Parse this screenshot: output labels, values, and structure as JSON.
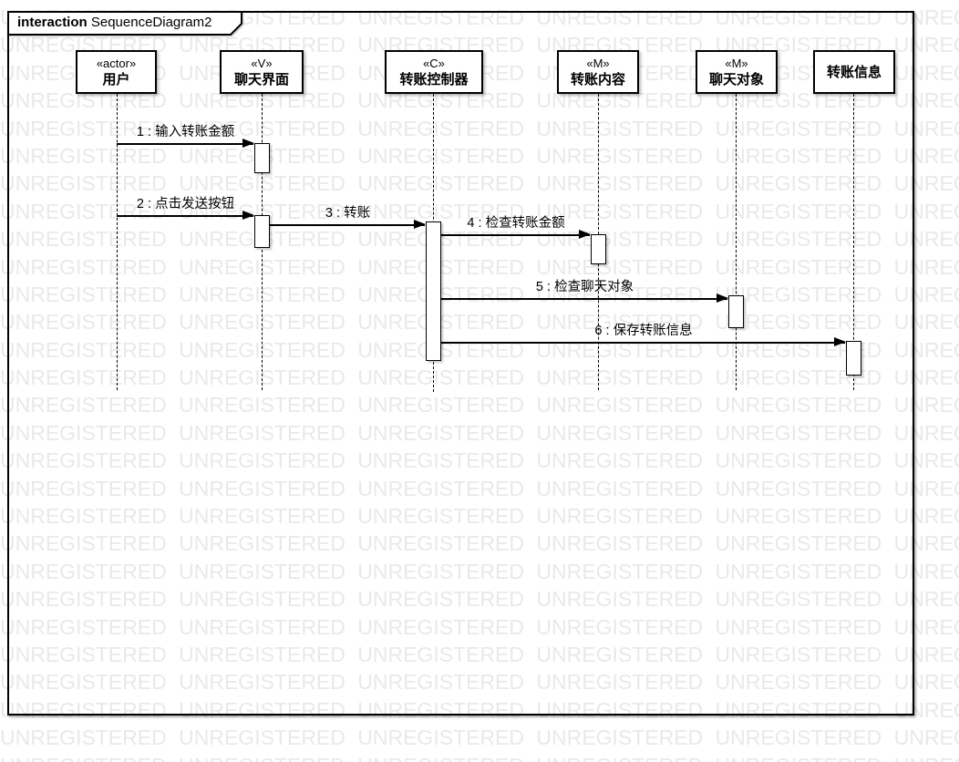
{
  "frame": {
    "keyword": "interaction",
    "title": "SequenceDiagram2"
  },
  "watermark": {
    "text": "UNREGISTERED",
    "color": "#e9e9e9"
  },
  "colors": {
    "stroke": "#000000",
    "background": "#ffffff",
    "shape_fill": "#ffffff"
  },
  "lifelines": [
    {
      "stereotype": "«actor»",
      "name": "用户"
    },
    {
      "stereotype": "«V»",
      "name": "聊天界面"
    },
    {
      "stereotype": "«C»",
      "name": "转账控制器"
    },
    {
      "stereotype": "«M»",
      "name": "转账内容"
    },
    {
      "stereotype": "«M»",
      "name": "聊天对象"
    },
    {
      "stereotype": "",
      "name": "转账信息"
    }
  ],
  "messages": [
    {
      "label": "1 : 输入转账金额",
      "from": "用户",
      "to": "聊天界面"
    },
    {
      "label": "2 : 点击发送按钮",
      "from": "用户",
      "to": "聊天界面"
    },
    {
      "label": "3 : 转账",
      "from": "聊天界面",
      "to": "转账控制器"
    },
    {
      "label": "4 : 检查转账金额",
      "from": "转账控制器",
      "to": "转账内容"
    },
    {
      "label": "5 : 检查聊天对象",
      "from": "转账控制器",
      "to": "聊天对象"
    },
    {
      "label": "6 : 保存转账信息",
      "from": "转账控制器",
      "to": "转账信息"
    }
  ]
}
